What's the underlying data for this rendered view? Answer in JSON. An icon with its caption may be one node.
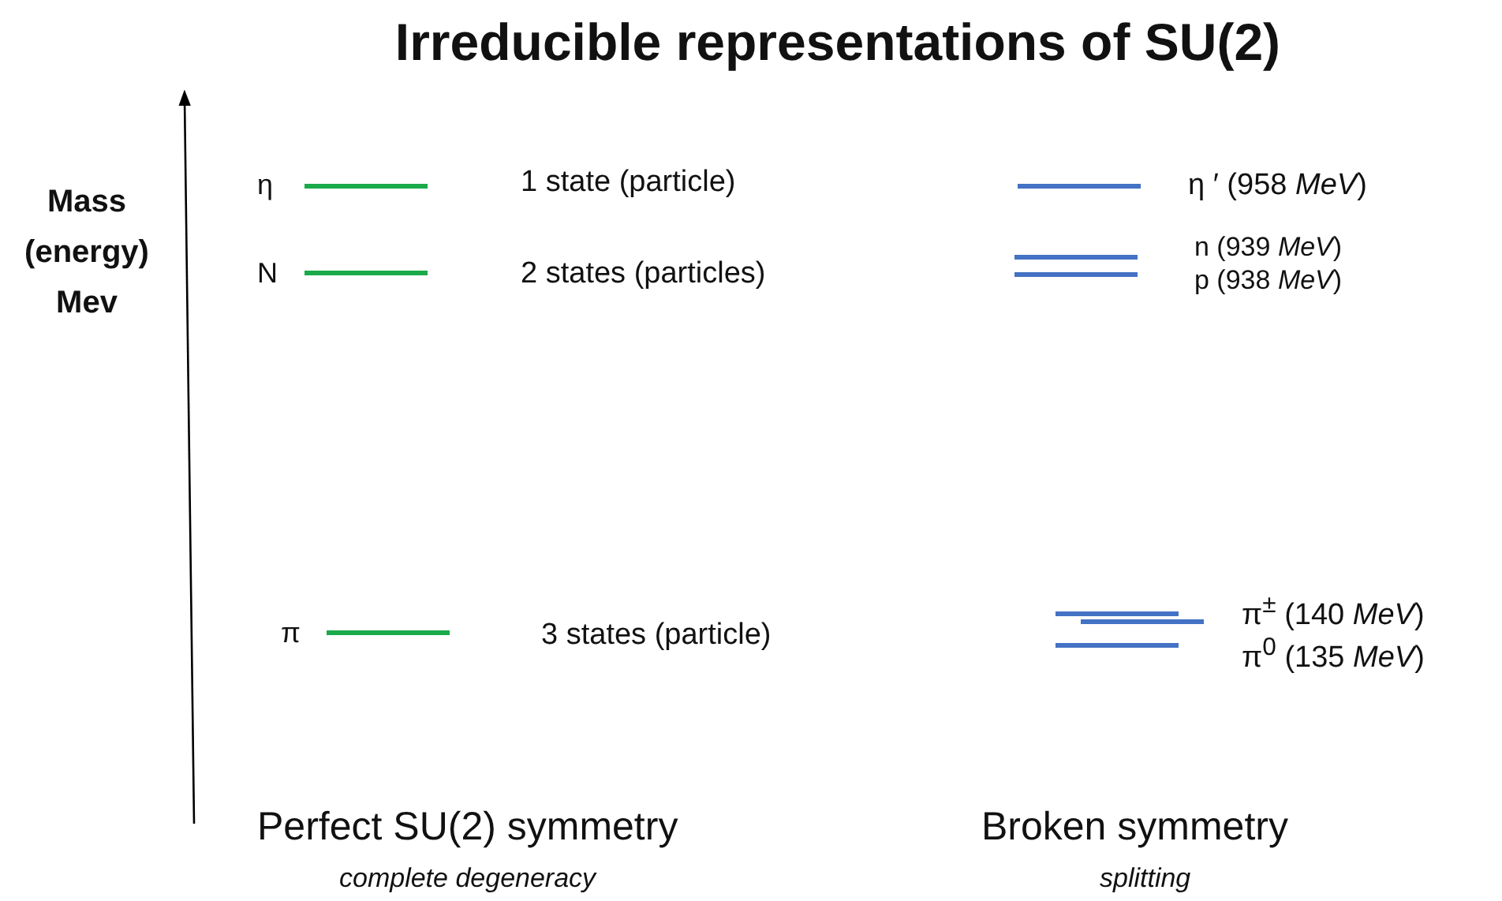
{
  "diagram": {
    "title": "Irreducible representations of SU(2)",
    "labels": [
      "Mass (energy) Mev",
      "η",
      "1 state (particle)",
      "η ′ (958 *MeV*)",
      "N",
      "2 states (particles)",
      "n (939 *MeV*)",
      "p (938 *MeV*)",
      "π",
      "3 states (particle)",
      "π$^{±}$ (140 *MeV*)",
      "π$^{0}$ (135 *MeV*)",
      "Perfect SU(2) symmetry",
      "complete degeneracy",
      "Broken symmetry",
      "splitting"
    ]
  }
}
